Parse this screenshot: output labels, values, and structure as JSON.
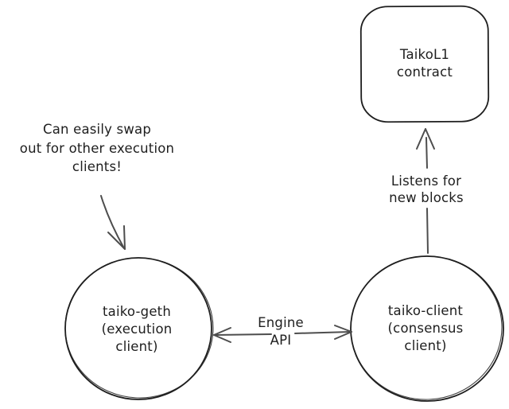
{
  "diagram": {
    "title_hint": "Taiko node components diagram",
    "annotation_note": "Can easily swap\nout for other execution\nclients!",
    "nodes": {
      "contract": {
        "label": "TaikoL1\ncontract",
        "shape": "rounded-rectangle"
      },
      "execution": {
        "label": "taiko-geth\n(execution\nclient)",
        "shape": "circle"
      },
      "consensus": {
        "label": "taiko-client\n(consensus\nclient)",
        "shape": "circle"
      }
    },
    "edges": {
      "engine_api": {
        "label": "Engine\nAPI",
        "type": "double-headed-arrow",
        "from": "taiko-geth",
        "to": "taiko-client"
      },
      "listens": {
        "label": "Listens for\nnew blocks",
        "type": "arrow-up",
        "from": "taiko-client",
        "to": "TaikoL1 contract"
      },
      "annotation_pointer": {
        "label": "",
        "type": "arrow",
        "from": "annotation note",
        "to": "taiko-geth circle"
      }
    },
    "colors": {
      "ink": "#1e1e1e",
      "arrow": "#4d4d4d",
      "background": "#ffffff"
    }
  }
}
